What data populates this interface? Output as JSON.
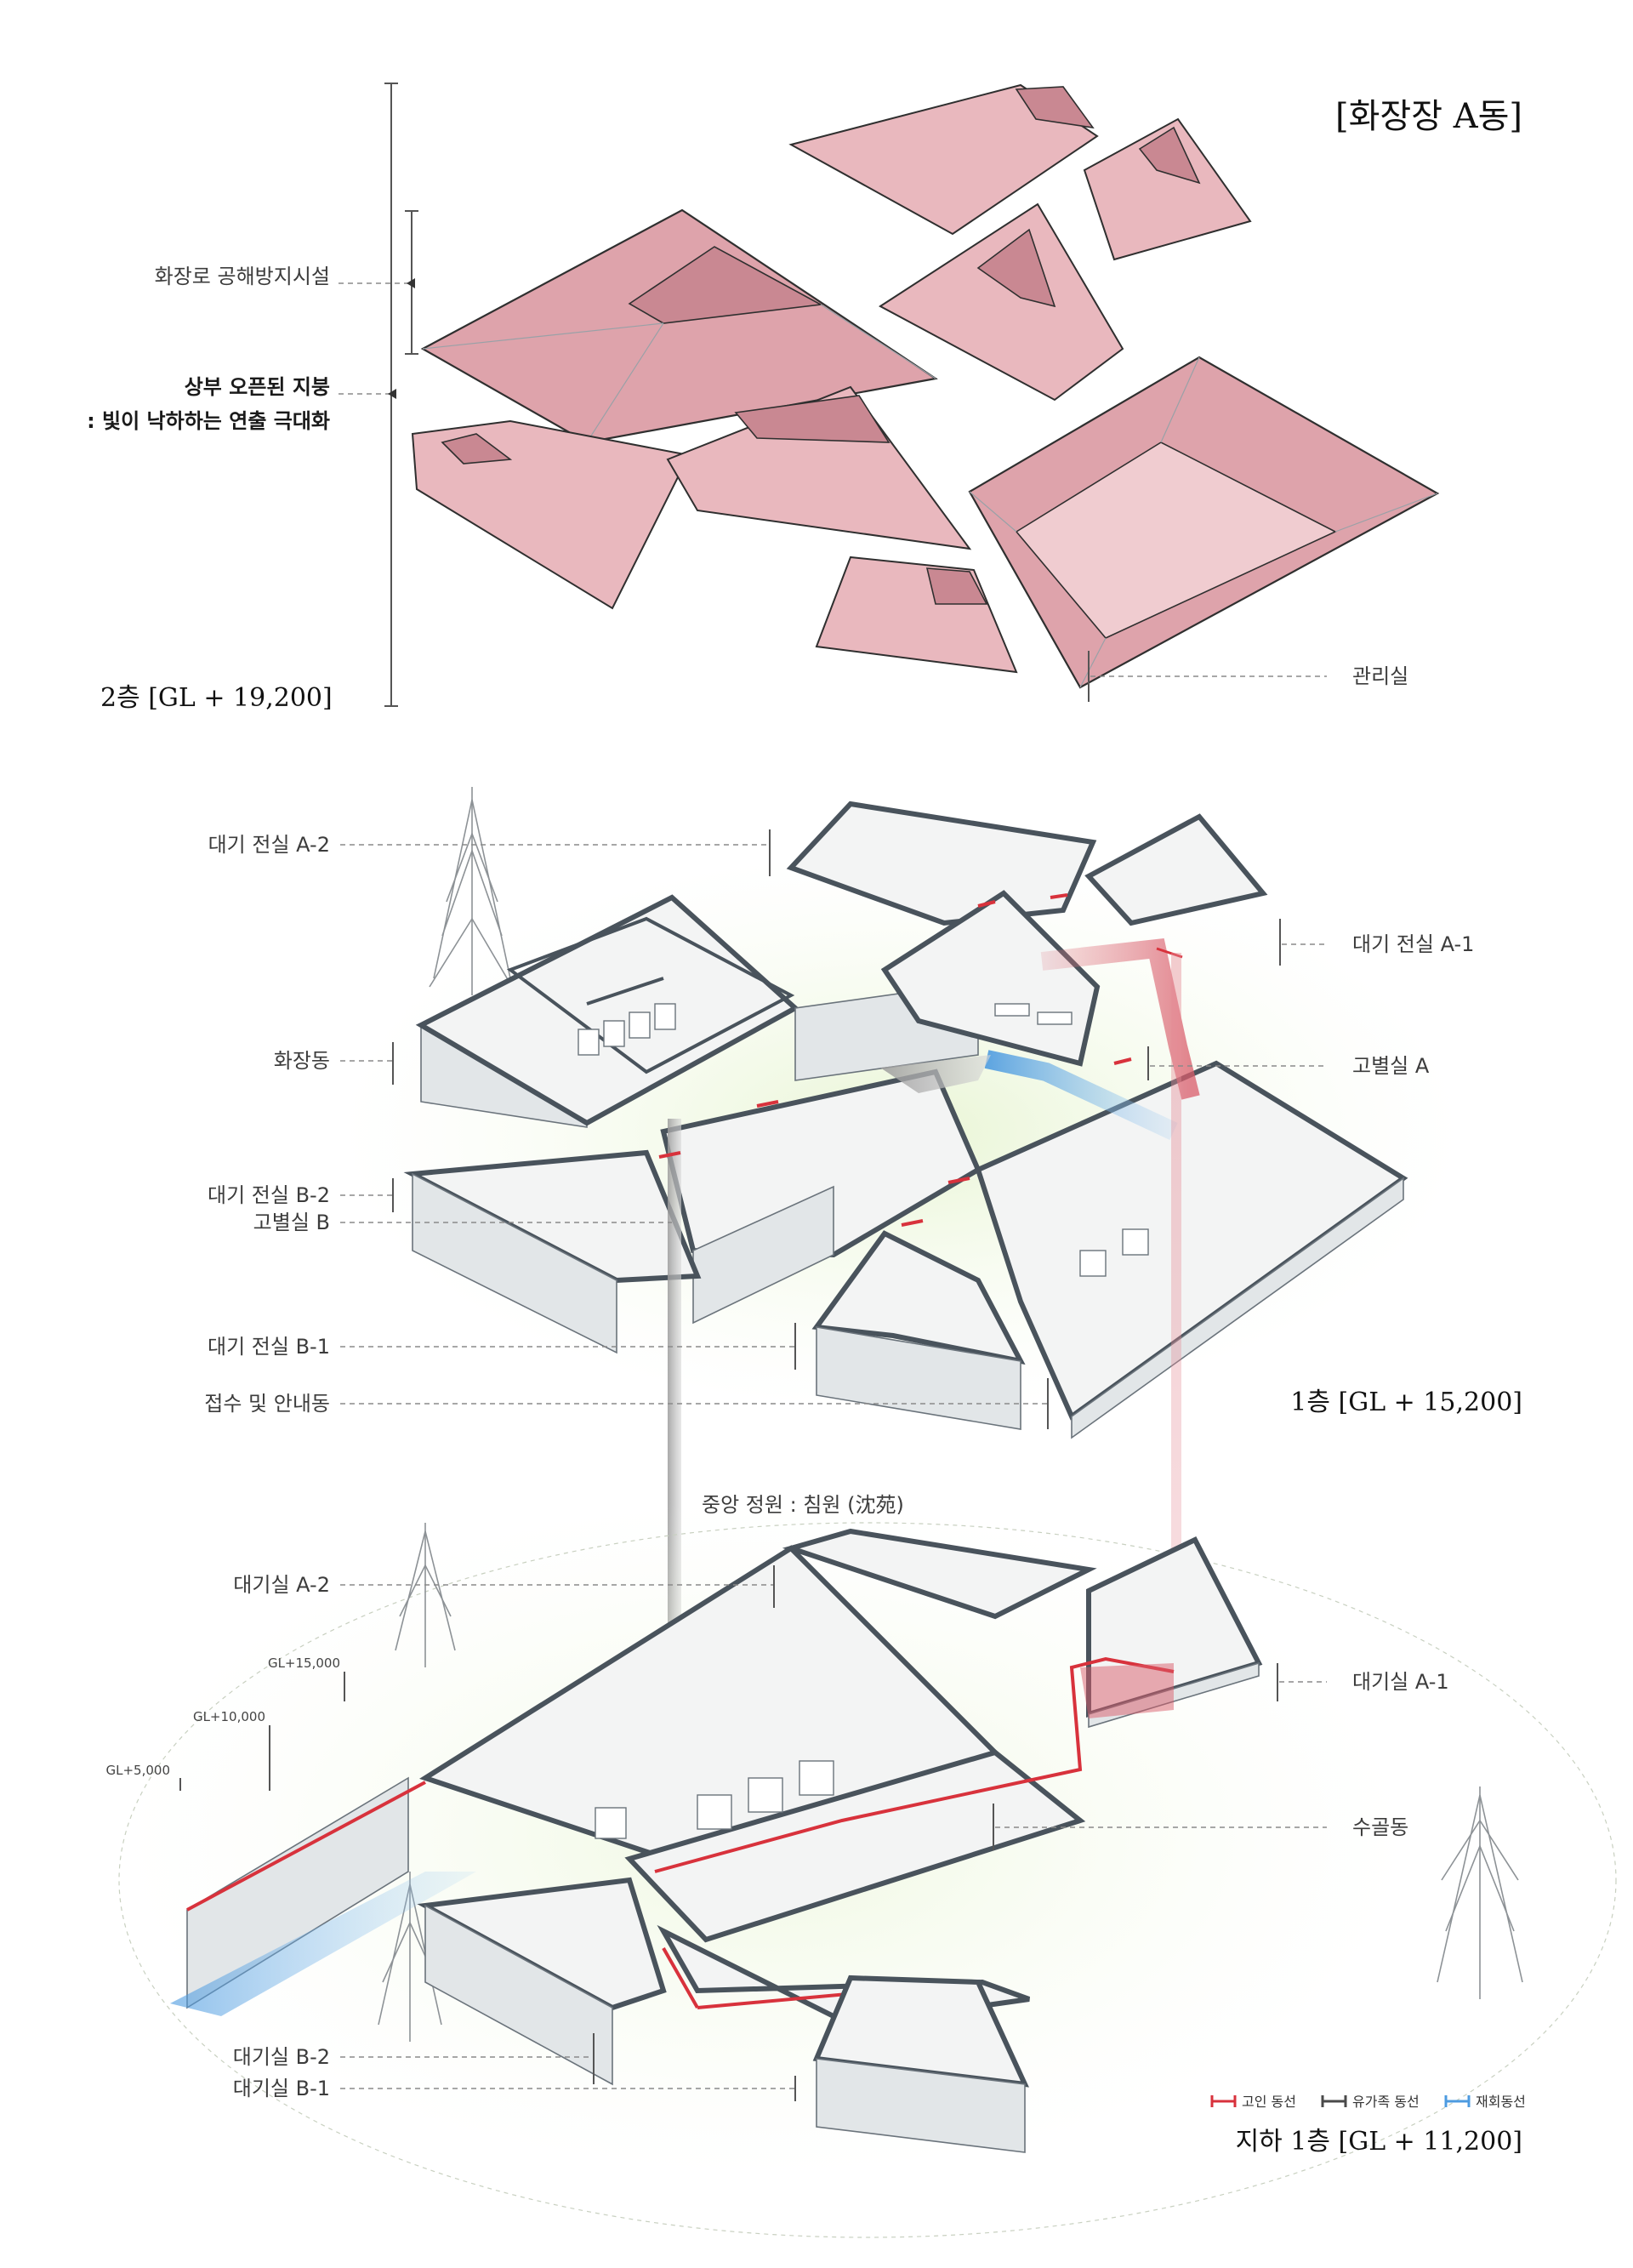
{
  "title": "[화장장 A동]",
  "roof_level": {
    "floor_label": "2층 [GL + 19,200]",
    "annotations": {
      "pollution_facility": "화장로 공해방지시설",
      "open_roof_line1": "상부 오픈된 지붕",
      "open_roof_line2": ": 빛이 낙하하는 연출 극대화",
      "management": "관리실"
    }
  },
  "first_floor": {
    "floor_label": "1층 [GL + 15,200]",
    "annotations": {
      "waiting_a2": "대기 전실 A-2",
      "waiting_a1": "대기 전실 A-1",
      "cremation": "화장동",
      "farewell_a": "고별실 A",
      "waiting_b2": "대기 전실 B-2",
      "farewell_b": "고별실 B",
      "waiting_b1": "대기 전실 B-1",
      "reception": "접수 및 안내동"
    }
  },
  "basement": {
    "floor_label": "지하 1층 [GL + 11,200]",
    "central_garden": "중앙 정원 : 침원 (沈苑)",
    "annotations": {
      "wait_a2": "대기실 A-2",
      "wait_a1": "대기실 A-1",
      "ossuary": "수골동",
      "wait_b2": "대기실 B-2",
      "wait_b1": "대기실 B-1"
    },
    "contours": [
      "GL+15,000",
      "GL+10,000",
      "GL+5,000"
    ]
  },
  "legend": [
    {
      "label": "고인 동선",
      "color": "#d8323c"
    },
    {
      "label": "유가족 동선",
      "color": "#4a4a4a"
    },
    {
      "label": "재회동선",
      "color": "#4d9be0"
    }
  ]
}
